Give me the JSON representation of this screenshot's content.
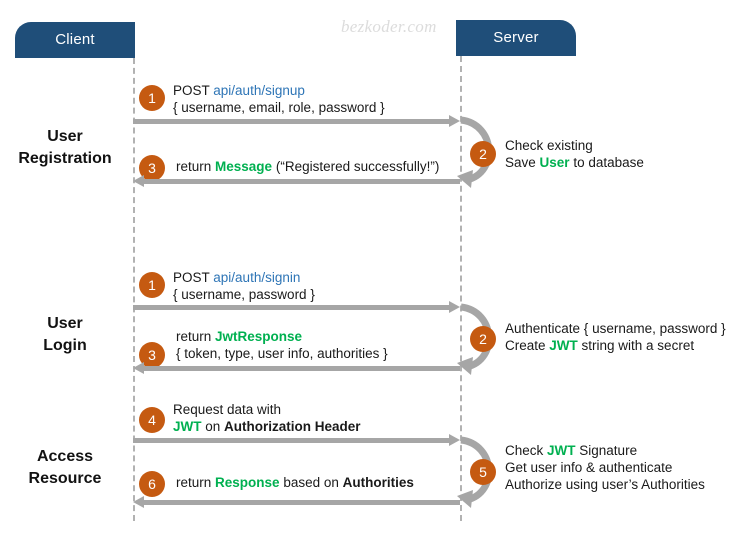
{
  "watermark": "bezkoder.com",
  "actors": {
    "client": "Client",
    "server": "Server"
  },
  "colors": {
    "actor_box": "#1F4E79",
    "step_circle": "#C55A11",
    "arrow": "#A6A6A6",
    "lifeline": "#B2B2B2",
    "url_text": "#2E75B6",
    "highlight_green": "#00B050",
    "watermark": "#DCDCDC"
  },
  "stages": [
    {
      "id": "user-registration",
      "line1": "User",
      "line2": "Registration"
    },
    {
      "id": "user-login",
      "line1": "User",
      "line2": "Login"
    },
    {
      "id": "access-resource",
      "line1": "Access",
      "line2": "Resource"
    }
  ],
  "steps": {
    "s1": "1",
    "s3": "3",
    "s2_reg": "2",
    "s1_login": "1",
    "s3_login": "3",
    "s2_login": "2",
    "s4": "4",
    "s6": "6",
    "s5": "5"
  },
  "messages": {
    "signup_request": {
      "method": "POST",
      "url": "api/auth/signup",
      "body": "{ username, email, role, password }"
    },
    "signup_response": {
      "prefix": "return ",
      "type": "Message",
      "suffix": " (“Registered successfully!”)"
    },
    "signin_request": {
      "method": "POST",
      "url": "api/auth/signin",
      "body": "{ username, password }"
    },
    "signin_response": {
      "prefix": "return ",
      "type": "JwtResponse",
      "body": "{ token, type, user info, authorities }"
    },
    "resource_request": {
      "line1": "Request  data with",
      "token": "JWT",
      "line2_mid": " on ",
      "line2_bold": "Authorization Header"
    },
    "resource_response": {
      "prefix": "return ",
      "type": "Response",
      "mid": " based on ",
      "bold": "Authorities"
    }
  },
  "server_notes": {
    "registration": {
      "line1": "Check existing",
      "line2_pre": "Save ",
      "line2_green": "User",
      "line2_post": " to database"
    },
    "login": {
      "line1": "Authenticate { username, password }",
      "line2_pre": "Create ",
      "line2_green": "JWT",
      "line2_post": " string with a secret"
    },
    "access": {
      "line1_pre": "Check ",
      "line1_green": "JWT",
      "line1_post": " Signature",
      "line2": "Get user info & authenticate",
      "line3": "Authorize using user’s Authorities"
    }
  }
}
